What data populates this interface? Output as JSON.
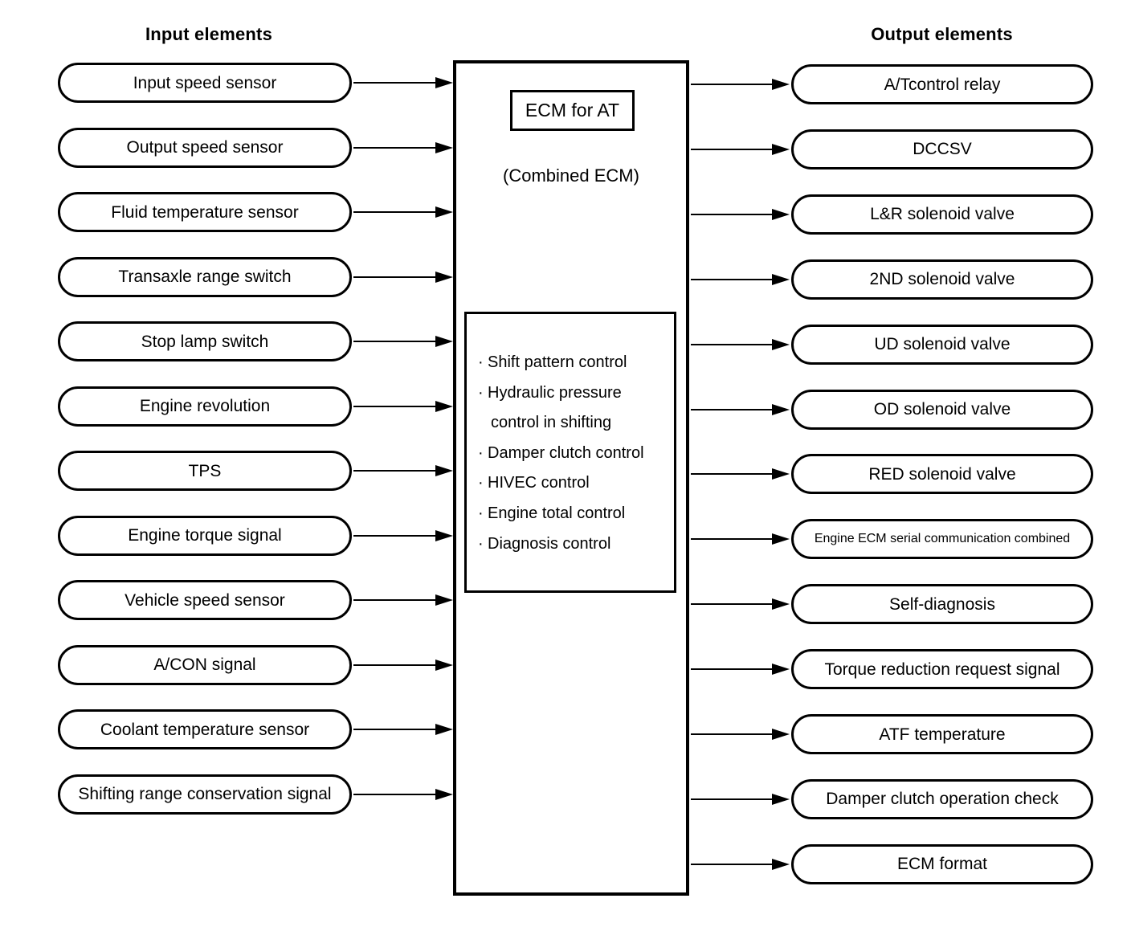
{
  "headers": {
    "input": "Input elements",
    "output": "Output elements"
  },
  "ecm": {
    "title": "ECM for AT",
    "subtitle": "(Combined ECM)",
    "control_functions": [
      {
        "text": "Shift pattern control",
        "continuation": false
      },
      {
        "text": "Hydraulic pressure",
        "continuation": false
      },
      {
        "text": "control in shifting",
        "continuation": true
      },
      {
        "text": "Damper clutch control",
        "continuation": false
      },
      {
        "text": "HIVEC control",
        "continuation": false
      },
      {
        "text": "Engine total control",
        "continuation": false
      },
      {
        "text": "Diagnosis control",
        "continuation": false
      }
    ],
    "bullet": "·"
  },
  "inputs": [
    {
      "label": "Input speed sensor"
    },
    {
      "label": "Output speed sensor"
    },
    {
      "label": "Fluid temperature sensor"
    },
    {
      "label": "Transaxle range switch"
    },
    {
      "label": "Stop lamp switch"
    },
    {
      "label": "Engine revolution"
    },
    {
      "label": "TPS"
    },
    {
      "label": "Engine torque signal"
    },
    {
      "label": "Vehicle speed sensor"
    },
    {
      "label": "A/CON signal"
    },
    {
      "label": "Coolant temperature sensor"
    },
    {
      "label": "Shifting range conservation signal"
    }
  ],
  "outputs": [
    {
      "label": "A/Tcontrol relay",
      "small": false
    },
    {
      "label": "DCCSV",
      "small": false
    },
    {
      "label": "L&R solenoid valve",
      "small": false
    },
    {
      "label": "2ND solenoid valve",
      "small": false
    },
    {
      "label": "UD solenoid valve",
      "small": false
    },
    {
      "label": "OD solenoid valve",
      "small": false
    },
    {
      "label": "RED solenoid valve",
      "small": false
    },
    {
      "label": "Engine ECM serial communication combined",
      "small": true
    },
    {
      "label": "Self-diagnosis",
      "small": false
    },
    {
      "label": "Torque reduction request signal",
      "small": false
    },
    {
      "label": "ATF temperature",
      "small": false
    },
    {
      "label": "Damper clutch operation check",
      "small": false
    },
    {
      "label": "ECM format",
      "small": false
    }
  ],
  "colors": {
    "stroke": "#000000",
    "background": "#ffffff"
  }
}
